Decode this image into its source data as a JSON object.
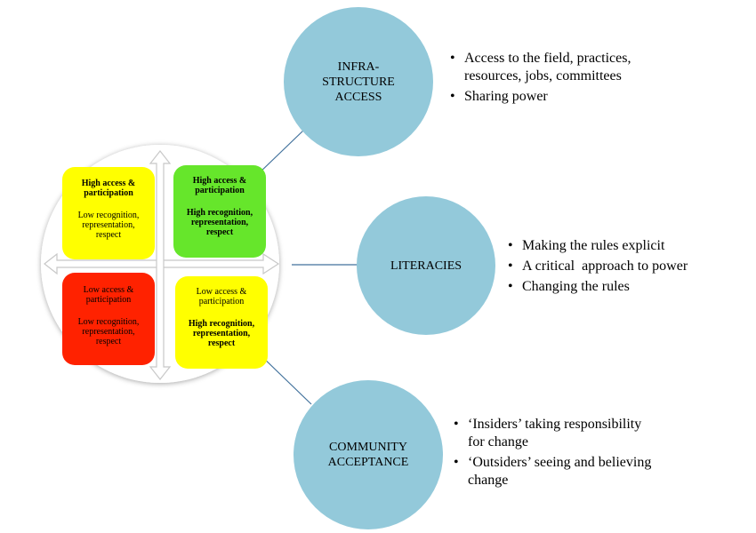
{
  "matrix": {
    "top_left": {
      "line1": "High access &\nparticipation",
      "line2": "Low recognition,\nrepresentation,\nrespect",
      "color": "#ffff00"
    },
    "top_right": {
      "line1": "High access &\nparticipation",
      "line2": "High recognition,\nrepresentation,\nrespect",
      "color": "#66e62b"
    },
    "bottom_left": {
      "line1": "Low access &\nparticipation",
      "line2": "Low recognition,\nrepresentation,\nrespect",
      "color": "#ff2200"
    },
    "bottom_right": {
      "line1": "Low access &\nparticipation",
      "line2": "High recognition,\nrepresentation,\nrespect",
      "color": "#ffff00"
    }
  },
  "circles": {
    "infrastructure": {
      "label": "INFRA-\nSTRUCTURE\nACCESS"
    },
    "literacies": {
      "label": "LITERACIES"
    },
    "community": {
      "label": "COMMUNITY\nACCEPTANCE"
    }
  },
  "bullets": {
    "infrastructure": [
      "Access to the field, practices,\nresources, jobs, committees",
      "Sharing power"
    ],
    "literacies": [
      "Making the rules explicit",
      "A critical  approach to power",
      "Changing the rules"
    ],
    "community": [
      "‘Insiders’ taking responsibility\nfor change",
      "‘Outsiders’ seeing and believing\nchange"
    ]
  },
  "colors": {
    "circle_fill": "#93c9da",
    "connector": "#41719c",
    "arrow": "#d9d9d9"
  }
}
